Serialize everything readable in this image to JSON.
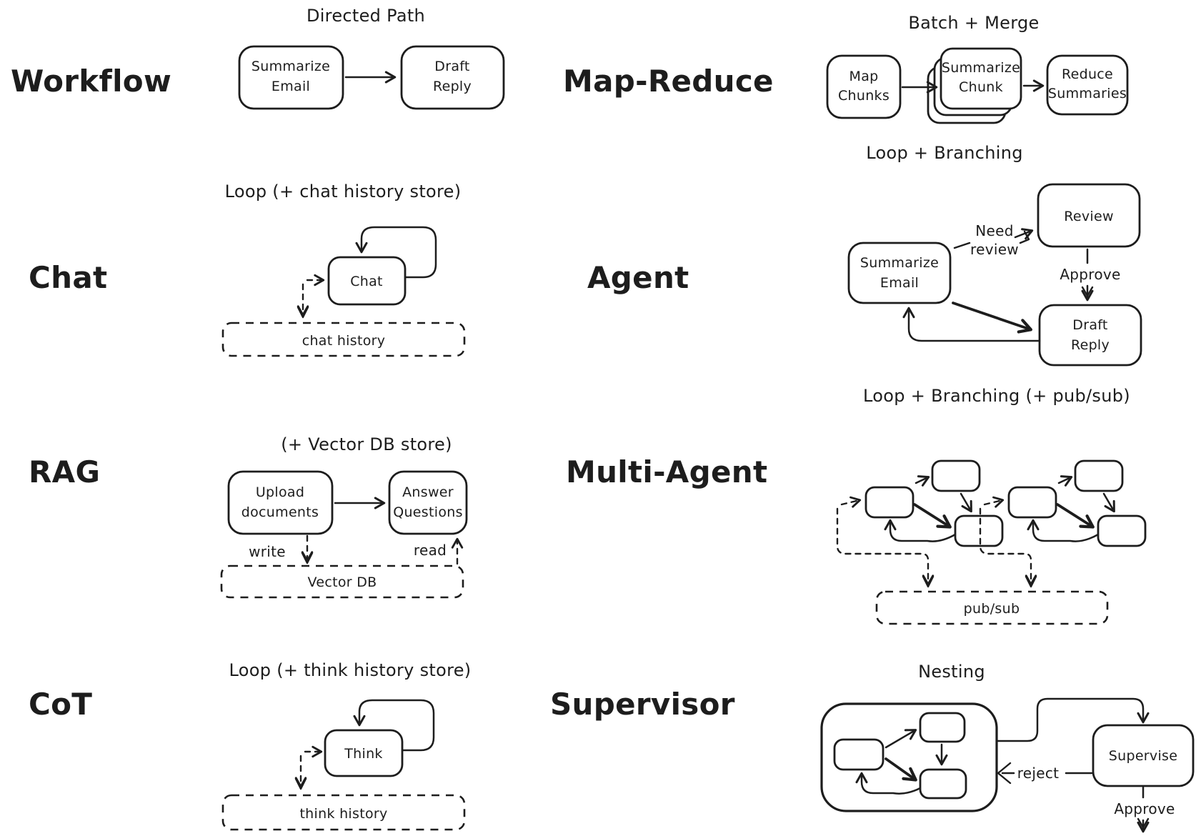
{
  "colors": {
    "ink": "#1d1d1d",
    "background": "#ffffff"
  },
  "sections": {
    "workflow": {
      "label": "Workflow",
      "pattern": "Directed Path",
      "nodes": {
        "summarize_email": {
          "line1": "Summarize",
          "line2": "Email"
        },
        "draft_reply": {
          "line1": "Draft",
          "line2": "Reply"
        }
      }
    },
    "map_reduce": {
      "label": "Map-Reduce",
      "pattern": "Batch + Merge",
      "nodes": {
        "map_chunks": {
          "line1": "Map",
          "line2": "Chunks"
        },
        "summarize_chunk": {
          "line1": "Summarize",
          "line2": "Chunk"
        },
        "reduce_summaries": {
          "line1": "Reduce",
          "line2": "Summaries"
        }
      }
    },
    "chat": {
      "label": "Chat",
      "pattern": "Loop (+ chat history store)",
      "nodes": {
        "chat": "Chat"
      },
      "store": "chat history"
    },
    "agent": {
      "label": "Agent",
      "pattern": "Loop + Branching",
      "nodes": {
        "summarize_email": {
          "line1": "Summarize",
          "line2": "Email"
        },
        "review": "Review",
        "draft_reply": {
          "line1": "Draft",
          "line2": "Reply"
        }
      },
      "edges": {
        "need_review_line1": "Need",
        "need_review_line2": "review",
        "approve": "Approve"
      }
    },
    "rag": {
      "label": "RAG",
      "pattern": "(+ Vector DB store)",
      "nodes": {
        "upload_documents": {
          "line1": "Upload",
          "line2": "documents"
        },
        "answer_questions": {
          "line1": "Answer",
          "line2": "Questions"
        }
      },
      "edges": {
        "write": "write",
        "read": "read"
      },
      "store": "Vector DB"
    },
    "multi_agent": {
      "label": "Multi-Agent",
      "pattern": "Loop + Branching (+ pub/sub)",
      "store": "pub/sub"
    },
    "cot": {
      "label": "CoT",
      "pattern": "Loop (+ think history store)",
      "nodes": {
        "think": "Think"
      },
      "store": "think history"
    },
    "supervisor": {
      "label": "Supervisor",
      "pattern": "Nesting",
      "nodes": {
        "supervise": "Supervise"
      },
      "edges": {
        "reject": "reject",
        "approve": "Approve"
      }
    }
  }
}
